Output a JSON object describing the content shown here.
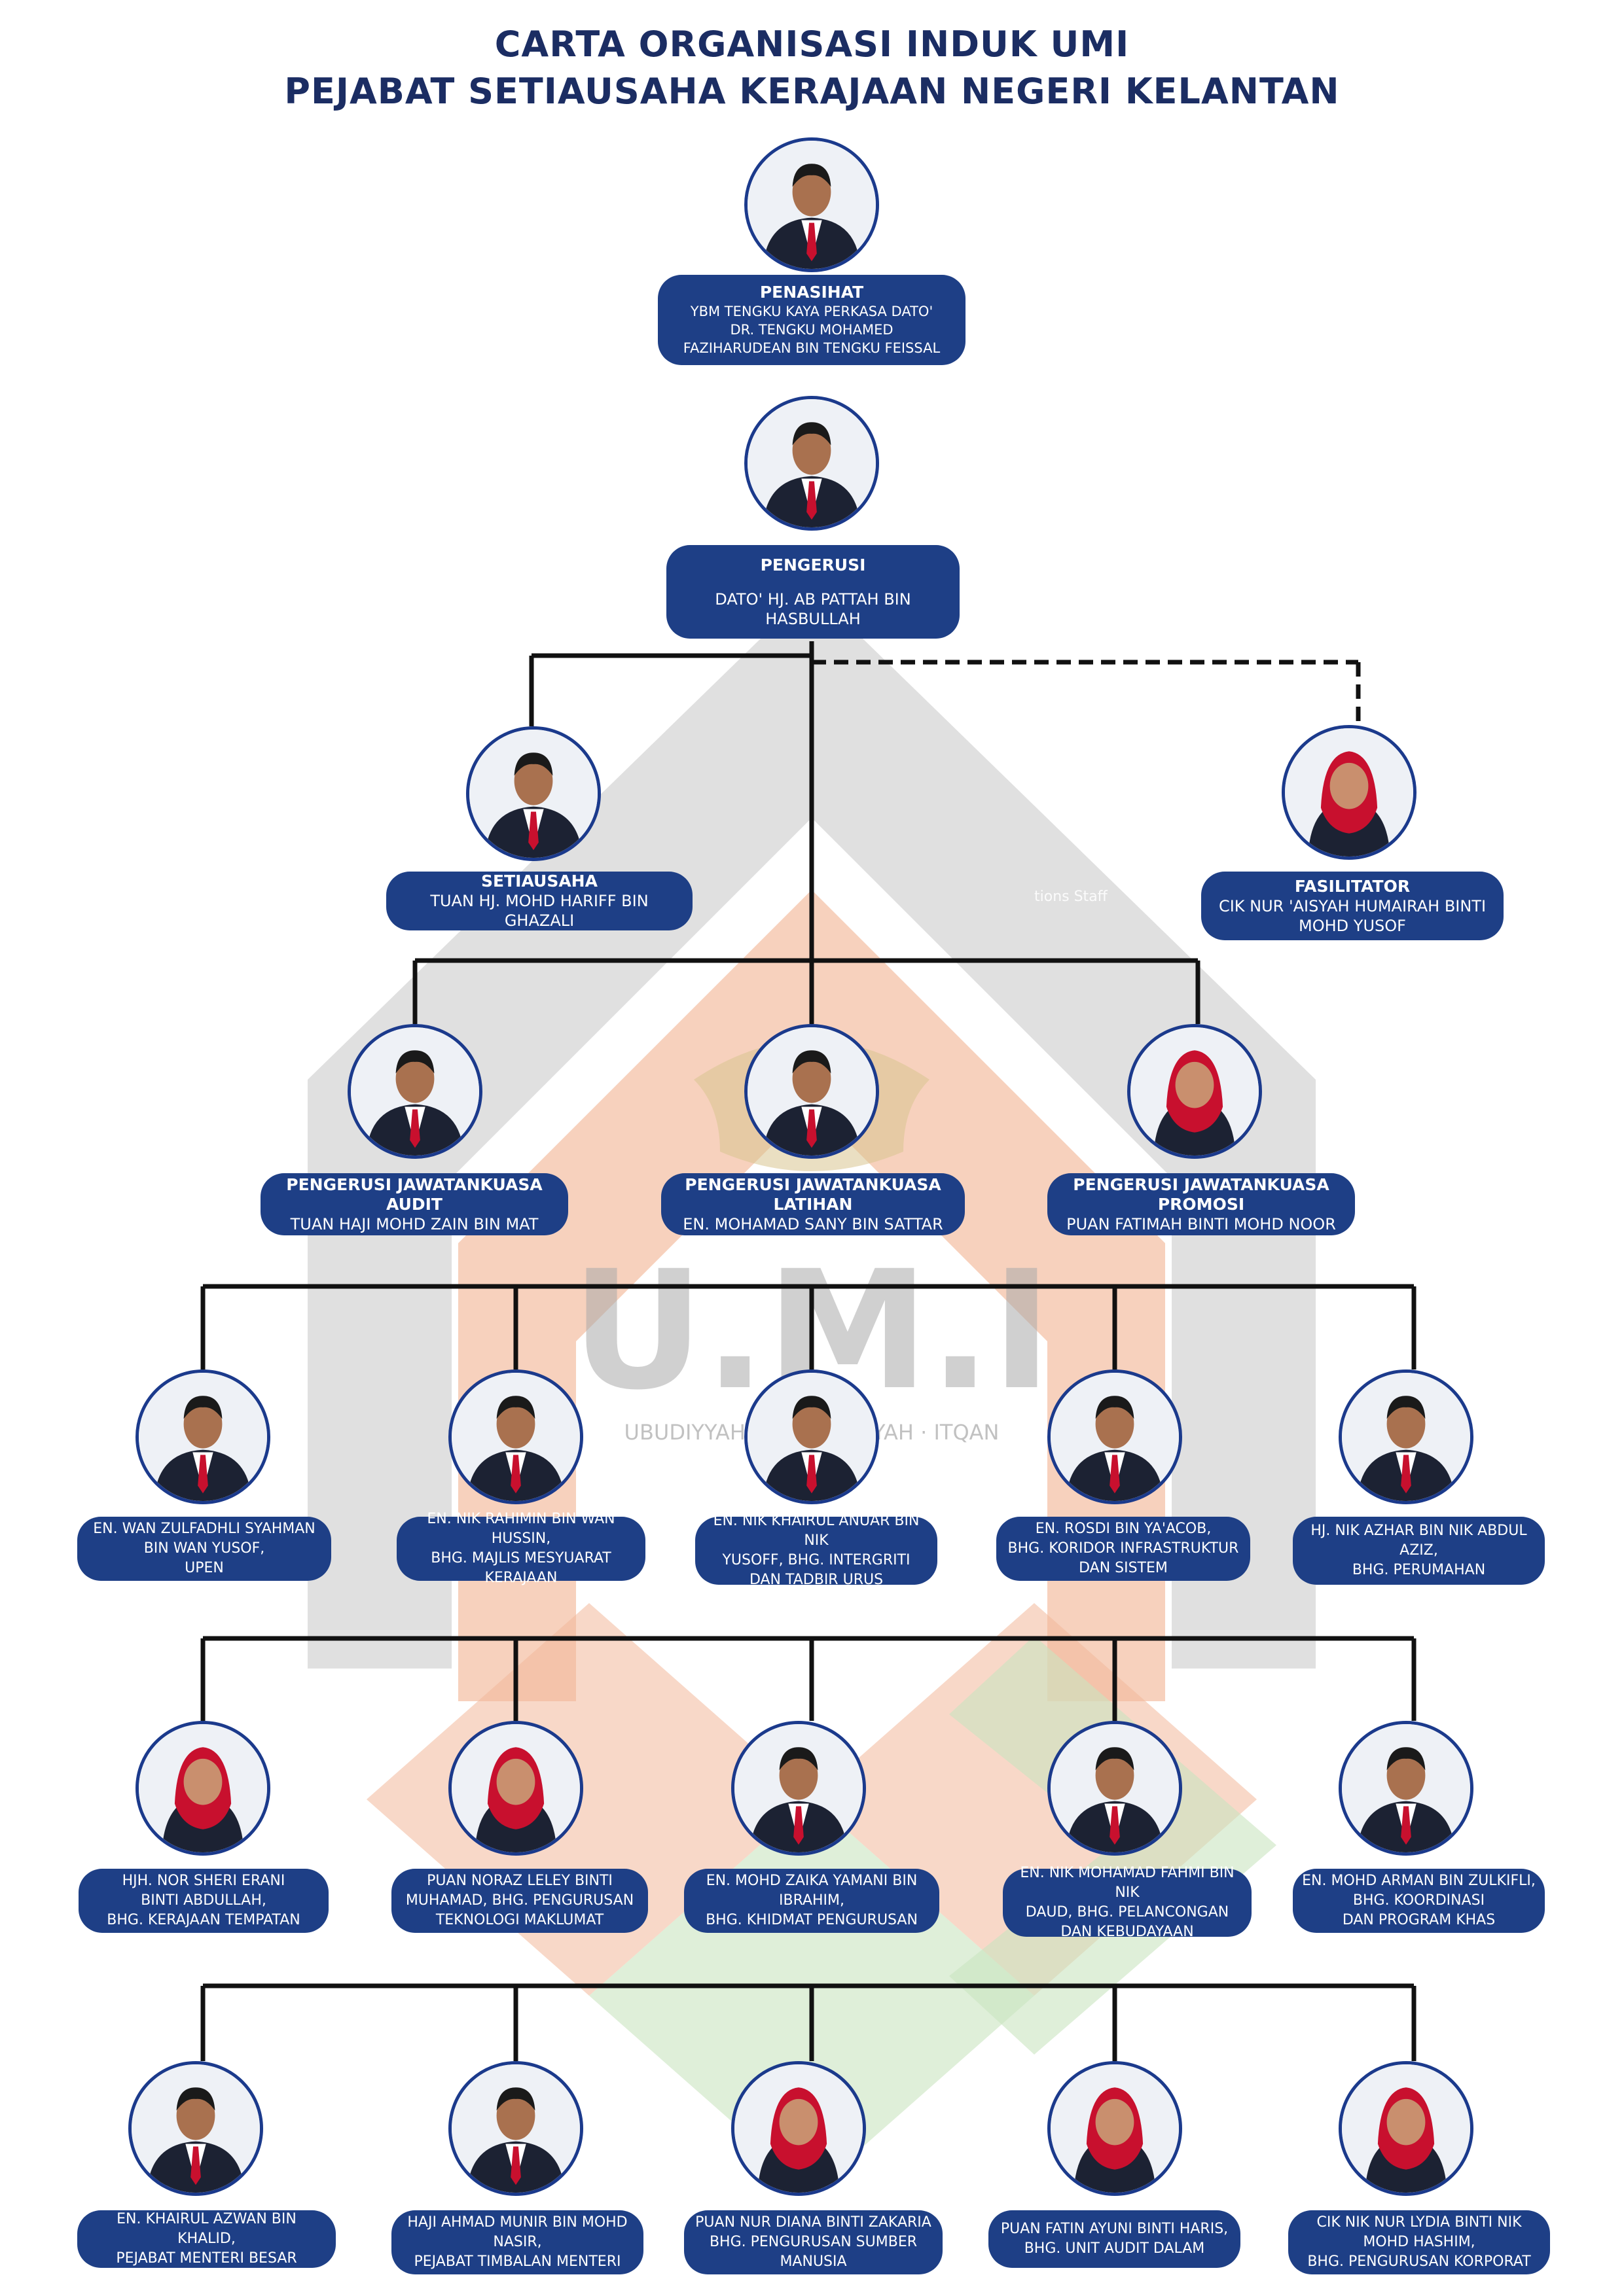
{
  "title": {
    "line1": "CARTA ORGANISASI INDUK UMI",
    "line2": "PEJABAT SETIAUSAHA KERAJAAN NEGERI KELANTAN"
  },
  "watermark": {
    "text": "U.M.I",
    "tagline": "UBUDIYYAH · MASUULIYYAH · ITQAN"
  },
  "stray_text": "tions Staff",
  "colors": {
    "title": "#1b2d63",
    "box": "#1e3f86",
    "border": "#1b3a8c",
    "line": "#111111"
  },
  "nodes": {
    "penasihat": {
      "role": "PENASIHAT",
      "name": "YBM TENGKU KAYA PERKASA DATO'\nDR. TENGKU MOHAMED\nFAZIHARUDEAN BIN TENGKU FEISSAL"
    },
    "pengerusi": {
      "role": "PENGERUSI",
      "name": "DATO' HJ. AB PATTAH BIN HASBULLAH"
    },
    "setiausaha": {
      "role": "SETIAUSAHA",
      "name": "TUAN HJ. MOHD HARIFF BIN GHAZALI"
    },
    "fasilitator": {
      "role": "FASILITATOR",
      "name": "CIK NUR 'AISYAH HUMAIRAH BINTI\nMOHD YUSOF"
    },
    "jk_audit": {
      "role": "PENGERUSI JAWATANKUASA AUDIT",
      "name": "TUAN HAJI MOHD ZAIN BIN MAT"
    },
    "jk_latihan": {
      "role": "PENGERUSI JAWATANKUASA LATIHAN",
      "name": "EN. MOHAMAD SANY BIN SATTAR"
    },
    "jk_promosi": {
      "role": "PENGERUSI JAWATANKUASA PROMOSI",
      "name": "PUAN FATIMAH BINTI MOHD NOOR"
    }
  },
  "rows": [
    [
      "EN. WAN ZULFADHLI SYAHMAN\nBIN WAN YUSOF,\nUPEN",
      "EN. NIK RAHIMIN BIN WAN HUSSIN,\nBHG. MAJLIS MESYUARAT\nKERAJAAN",
      "EN. NIK KHAIRUL ANUAR BIN NIK\nYUSOFF, BHG. INTERGRITI\nDAN TADBIR URUS",
      "EN. ROSDI BIN YA'ACOB,\nBHG. KORIDOR INFRASTRUKTUR\nDAN SISTEM",
      "HJ. NIK AZHAR BIN NIK ABDUL\nAZIZ,\nBHG. PERUMAHAN"
    ],
    [
      "HJH. NOR SHERI ERANI\nBINTI ABDULLAH,\nBHG. KERAJAAN TEMPATAN",
      "PUAN NORAZ LELEY BINTI\nMUHAMAD, BHG. PENGURUSAN\nTEKNOLOGI MAKLUMAT",
      "EN. MOHD ZAIKA YAMANI BIN\nIBRAHIM,\nBHG. KHIDMAT PENGURUSAN",
      "EN. NIK MOHAMAD FAHMI BIN NIK\nDAUD, BHG. PELANCONGAN\nDAN KEBUDAYAAN",
      "EN. MOHD ARMAN BIN ZULKIFLI,\nBHG. KOORDINASI\nDAN PROGRAM KHAS"
    ],
    [
      "EN. KHAIRUL AZWAN BIN KHALID,\nPEJABAT MENTERI BESAR",
      "HAJI AHMAD MUNIR BIN MOHD\nNASIR,\nPEJABAT TIMBALAN MENTERI",
      "PUAN NUR DIANA BINTI ZAKARIA\nBHG. PENGURUSAN SUMBER\nMANUSIA",
      "PUAN FATIN AYUNI BINTI HARIS,\nBHG. UNIT AUDIT DALAM",
      "CIK NIK NUR LYDIA BINTI NIK\nMOHD HASHIM,\nBHG. PENGURUSAN KORPORAT"
    ]
  ]
}
